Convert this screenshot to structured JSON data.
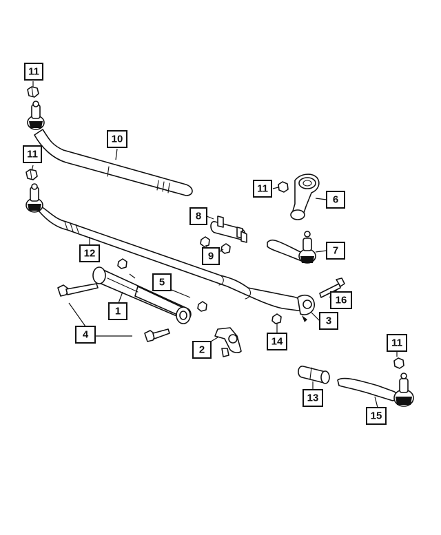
{
  "callouts": {
    "c1": "1",
    "c2": "2",
    "c3": "3",
    "c4": "4",
    "c5": "5",
    "c6": "6",
    "c7": "7",
    "c8": "8",
    "c9": "9",
    "c10": "10",
    "c11_top": "11",
    "c11_mid": "11",
    "c11_pitman": "11",
    "c11_right": "11",
    "c12": "12",
    "c13": "13",
    "c14": "14",
    "c15": "15",
    "c16": "16"
  }
}
